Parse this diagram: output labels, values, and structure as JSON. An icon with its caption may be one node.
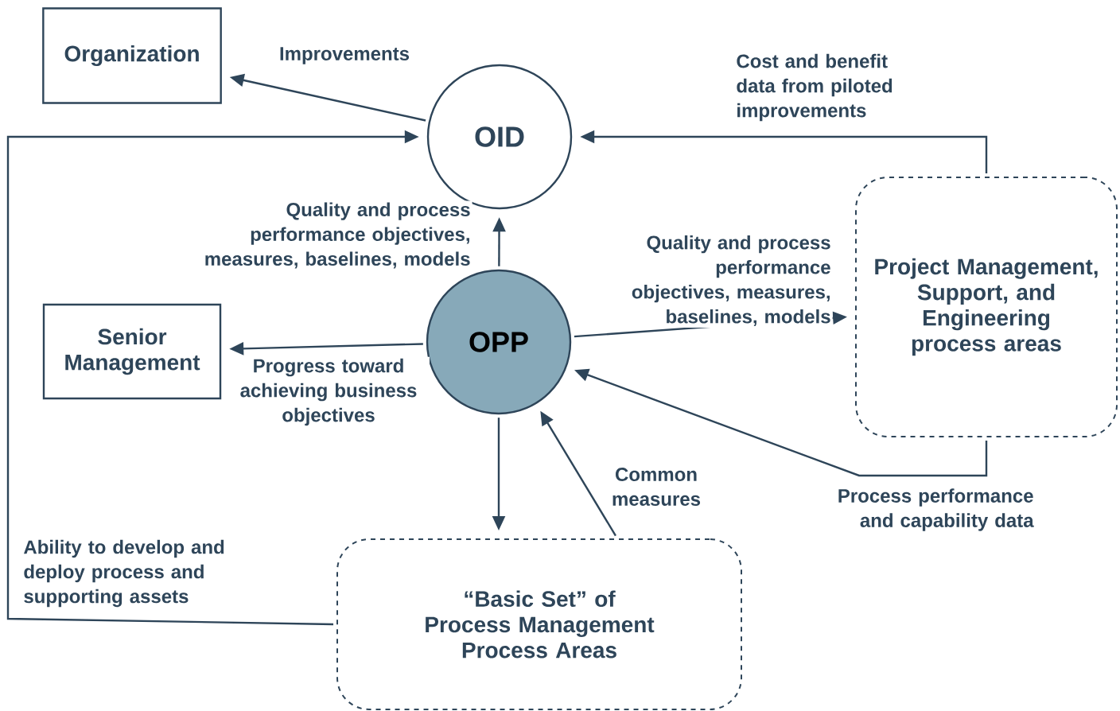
{
  "diagram": {
    "nodes": [
      {
        "text": [
          "Organization"
        ]
      },
      {
        "text": [
          "OID"
        ]
      },
      {
        "text": [
          "Senior Management"
        ]
      },
      {
        "text": [
          "OPP"
        ]
      },
      {
        "text": [
          "Project Management, Support, and Engineering process areas"
        ]
      },
      {
        "text": [
          "“Basic Set” of Process Management Process Areas"
        ]
      }
    ],
    "edges": [
      {
        "from": 1,
        "to": 0,
        "arrow": "to",
        "label": "Improvements"
      },
      {
        "from": 5,
        "to": 1,
        "arrow": "to",
        "label": "Ability to develop and deploy process and supporting assets"
      },
      {
        "from": 4,
        "to": 1,
        "arrow": "to",
        "label": "Cost and benefit data from piloted improvements"
      },
      {
        "from": 3,
        "to": 1,
        "arrow": "to",
        "label": "Quality and process performance objectives, measures, baselines, models"
      },
      {
        "from": 3,
        "to": 2,
        "arrow": "to",
        "label": "Progress toward achieving business objectives"
      },
      {
        "from": 3,
        "to": 4,
        "arrow": "to",
        "label": "Quality and process performance objectives, measures, baselines, models"
      },
      {
        "from": 4,
        "to": 3,
        "arrow": "to",
        "label": "Process performance and capability data"
      },
      {
        "from": 3,
        "to": 5,
        "arrow": "to"
      },
      {
        "from": 5,
        "to": 3,
        "arrow": "to",
        "label": "Common measures"
      }
    ]
  }
}
